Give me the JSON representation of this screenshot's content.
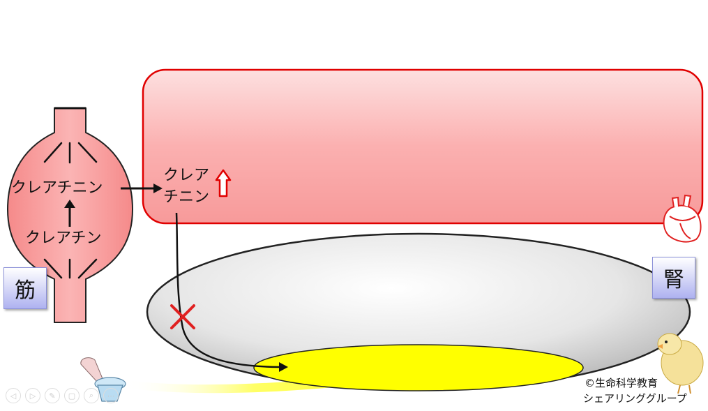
{
  "muscle": {
    "label": "筋",
    "creatinine": "クレアチニン",
    "creatine": "クレアチン"
  },
  "blood": {
    "creatinine_line1": "クレア",
    "creatinine_line2": "チニン"
  },
  "kidney": {
    "label": "腎"
  },
  "credit": {
    "line1": "©生命科学教育",
    "line2": "シェアリンググループ"
  },
  "colors": {
    "blood_fill": "#fba8a8",
    "blood_border": "#e00000",
    "muscle_fill": "#f79494",
    "kidney_fill": "#dcdcdc",
    "urine": "#ffff00",
    "cross": "#e02020",
    "up_arrow": "#e00000"
  },
  "icons": {
    "heart": "heart-icon",
    "toilet": "toilet-icon",
    "chick": "chick-icon"
  }
}
